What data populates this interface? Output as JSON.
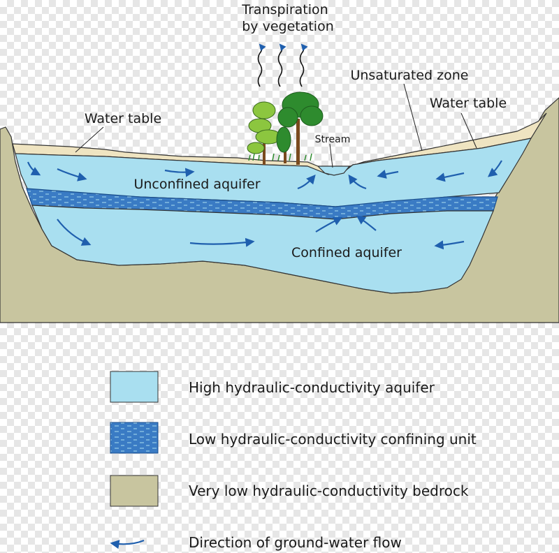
{
  "labels": {
    "transpiration_line1": "Transpiration",
    "transpiration_line2": "by vegetation",
    "unsaturated_zone": "Unsaturated zone",
    "water_table_left": "Water table",
    "water_table_right": "Water table",
    "stream": "Stream",
    "unconfined_aquifer": "Unconfined aquifer",
    "confined_aquifer": "Confined aquifer"
  },
  "legend": {
    "items": [
      {
        "label": "High hydraulic-conductivity aquifer",
        "color": "#a9dff0"
      },
      {
        "label": "Low hydraulic-conductivity confining unit",
        "color": "#2e6fb8"
      },
      {
        "label": "Very low hydraulic-conductivity bedrock",
        "color": "#c8c59f"
      },
      {
        "label": "Direction of ground-water flow",
        "color": "#1f5fae"
      }
    ]
  },
  "colors": {
    "aquifer": "#a9dff0",
    "confining_unit": "#2e6fb8",
    "bedrock": "#c8c59f",
    "unsaturated_zone": "#efe4c1",
    "flow_arrow": "#1f5fae",
    "tree_light": "#8cc63f",
    "tree_dark": "#2e8b2e",
    "trunk": "#7a4a1e"
  }
}
